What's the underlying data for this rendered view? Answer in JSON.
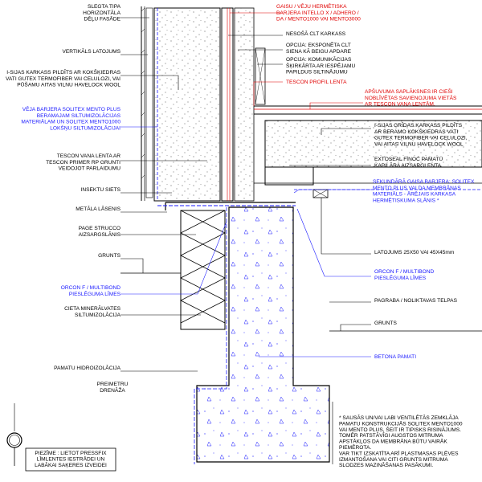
{
  "labels": {
    "left": [
      [
        "SLEGTA TIPA",
        "HORIZONTĀLA",
        "DĒĻU FASĀDE"
      ],
      [
        "VERTIKĀLS LATOJUMS"
      ],
      [
        "I-SIJAS KARKASS PILDĪTS AR KOKŠĶIEDRAS",
        "VATI GUTEX TERMOFIBER VAI CELULOZI, VAI",
        "PŪŠAMU AITAS VILNU HAVELOCK WOOL"
      ],
      [
        "VĒJA BARJERA SOLITEX MENTO PLUS",
        "BERAMAJAM SILTUMIZOLĀCIJAS",
        "MATERIĀLAM UN SOLITEX MENTO1000",
        "LOKŠŅU SILTUMIZOLĀCIJAI"
      ],
      [
        "TESCON VANA LENTA AR",
        "TESCON PRIMER RP GRUNTI",
        "VEIDOJOT PARLAIDUMU"
      ],
      [
        "INSEKTU SIETS"
      ],
      [
        "METĀLA LĀSENIS"
      ],
      [
        "PAGE STRUCCO",
        "AIZSARGSLĀNIS"
      ],
      [
        "GRUNTS"
      ],
      [
        "ORCON F / MULTIBOND",
        "PIESLĒGUMA LĪMES"
      ],
      [
        "CIETA MINERĀLVATES",
        "SILTUMIZOLĀCIJA"
      ],
      [
        "PAMATU HIDROIZOLĀCIJA"
      ],
      [
        "PREIMETRU",
        "DRENĀŽA"
      ]
    ],
    "right": [
      [
        "GAISU / VĒJU HERMĒTISKA",
        "BARJERA INTELLO X / ADHERO /",
        "DA / MENTO1000 VAI MENTO3000"
      ],
      [
        "NESOŠĀ CLT KARKASS"
      ],
      [
        "OPCIJA: EKSPONĒTA CLT",
        "SIENA KĀ BEIGU APDARE"
      ],
      [
        "OPCIJA: KOMUNIKĀCIJAS",
        "ŠĶIRKĀRTA AR IESPĒJAMU",
        "PAPILDUS SILTINĀJUMU"
      ],
      [
        "TESCON PROFIL LENTA"
      ],
      [
        "APŠUVUMA SAPLĀKSNES IR CIEŠI",
        "NOBLĪVĒTAS SAVIENOJUMA VIETĀS",
        "AR TESCON VANA LENTĀM."
      ],
      [
        "I-SIJAS GRĪDAS KARKASS PILDĪTS",
        "AR BERAMO KOKŠĶIEDRAS VATI",
        "GUTEX TERMOFIBER VAI CELULOZI,",
        "VAI AITAS VILNU HAVELOCK WOOL"
      ],
      [
        "EXTOSEAL FINOC PAMATU",
        "KAPILĀRA AIZSARGLENTA"
      ],
      [
        "SEKUNDĀRĀ GAISA BARJERA: SOLITEX",
        "MENTO PLUS VAI DA MEMBRĀNAS",
        "MATERIĀLS - ĀRĒJAIS KARKASA",
        "HERMĒTISKUMA SLĀNIS *"
      ],
      [
        "LATOJUMS 25X50 VAI 45X45mm"
      ],
      [
        "ORCON F / MULTIBOND",
        "PIESLĒGUMA LĪMES"
      ],
      [
        "PAGRABA / NOLIKTAVAS TELPAS"
      ],
      [
        "GRUNTS"
      ],
      [
        "BETONA PAMATI"
      ]
    ],
    "footnote": [
      "* SAUSĀS UN/VAI LABI VENTILĒTĀS ZEMKLĀJA",
      "PAMATU KONSTRUKCIJĀS SOLITEX MENTO1000",
      "VAI MENTO PLUS, ŠEIT IR TIPISKS RISINĀJUMS.",
      "TOMĒR PATSTĀVĪGI AUGSTOS MITRUMA",
      "APSTĀKĻOS DA MEMBRĀNA BŪTU VAIRĀK",
      "PIEMĒROTA.",
      "VAR TIKT IZSKATĪTA ARĪ PLASTMASAS PLĒVES",
      "IZMANTOŠANA VAI CITI GRUNTS MITRUMA",
      "SLODZES MAZINĀŠANAS PASĀKUMI."
    ],
    "note_box": [
      "PIEZĪME : LIETOT PRESSFIX",
      "LĪMLENTES IESTRĀDEI UN",
      "LABĀKAI SAĶERES IZVEIDEI"
    ]
  },
  "colors": {
    "line": "#000000",
    "blue": "#1a1aff",
    "red": "#e00000",
    "hatch": "#555555"
  }
}
